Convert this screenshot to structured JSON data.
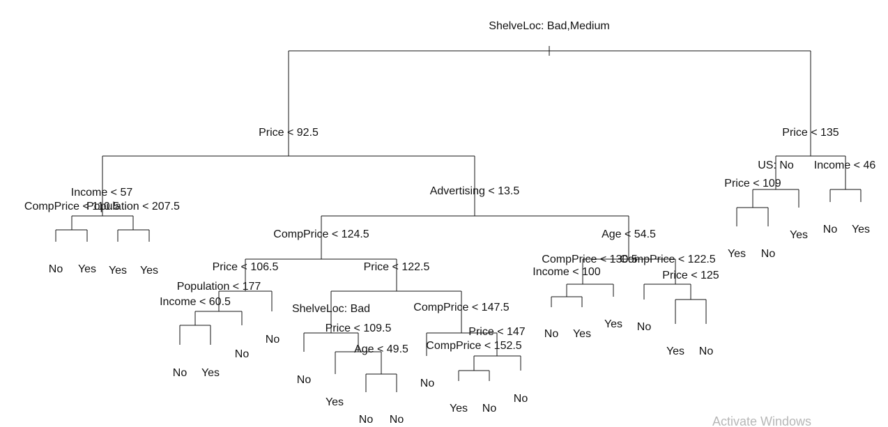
{
  "tree": {
    "root_split": "ShelveLoc: Bad,Medium",
    "splits": {
      "price_925": "Price < 92.5",
      "price_135": "Price < 135",
      "income_57": "Income < 57",
      "compprice_1105": "CompPrice < 110.5",
      "population_2075": "Population < 207.5",
      "advertising_135": "Advertising < 13.5",
      "compprice_1245": "CompPrice < 124.5",
      "age_545": "Age < 54.5",
      "price_1065": "Price < 106.5",
      "population_177": "Population < 177",
      "income_605": "Income < 60.5",
      "price_1225": "Price < 122.5",
      "shelveloc_bad": "ShelveLoc: Bad",
      "price_1095": "Price < 109.5",
      "age_495": "Age < 49.5",
      "compprice_1475": "CompPrice < 147.5",
      "price_147": "Price < 147",
      "compprice_1525": "CompPrice < 152.5",
      "compprice_1305": "CompPrice < 130.5",
      "income_100": "Income < 100",
      "compprice_1225": "CompPrice < 122.5",
      "price_125": "Price < 125",
      "us_no": "US: No",
      "price_109": "Price < 109",
      "income_46": "Income < 46"
    },
    "leaves": [
      "No",
      "Yes",
      "Yes",
      "Yes",
      "No",
      "Yes",
      "No",
      "No",
      "No",
      "Yes",
      "No",
      "No",
      "No",
      "Yes",
      "No",
      "No",
      "No",
      "Yes",
      "Yes",
      "No",
      "Yes",
      "No",
      "Yes",
      "No",
      "Yes",
      "No",
      "Yes"
    ]
  },
  "watermark": "Activate Windows"
}
